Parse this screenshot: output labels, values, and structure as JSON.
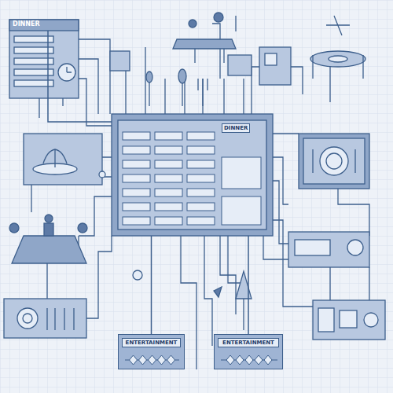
{
  "diagram": {
    "nodes": [
      {
        "text": [
          "DINNER"
        ]
      },
      {
        "text": [
          "DINNER"
        ]
      },
      {
        "text": [
          "ENTERTAINMENT"
        ]
      },
      {
        "text": [
          "ENTERTAINMENT"
        ]
      }
    ],
    "edges": [
      {
        "from": 1,
        "to": 0,
        "arrow": "none"
      },
      {
        "from": 1,
        "to": 2,
        "arrow": "none"
      },
      {
        "from": 1,
        "to": 3,
        "arrow": "none"
      }
    ]
  }
}
